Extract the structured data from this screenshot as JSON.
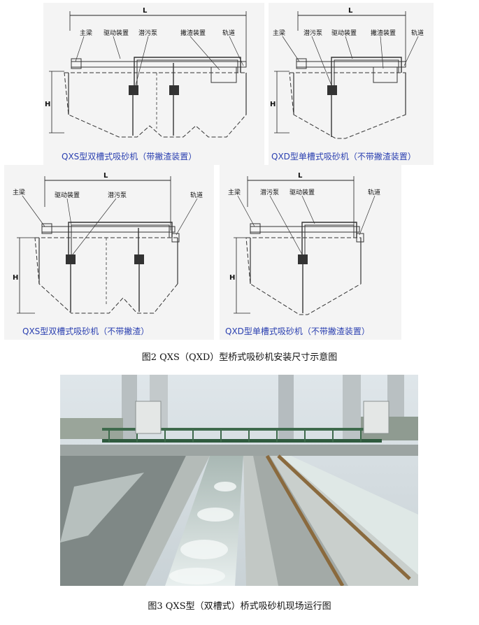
{
  "diagrams": [
    {
      "caption": "QXS型双槽式吸砂机（带撇渣装置）",
      "dim_L": "L",
      "dim_H": "H",
      "labels": [
        "主梁",
        "驱动装置",
        "潜污泵",
        "撇渣装置",
        "轨道"
      ]
    },
    {
      "caption": "QXD型单槽式吸砂机（不带撇渣装置）",
      "dim_L": "L",
      "dim_H": "H",
      "labels": [
        "主梁",
        "潜污泵",
        "驱动装置",
        "撇渣装置",
        "轨道"
      ]
    },
    {
      "caption": "QXS型双槽式吸砂机（不带撇渣）",
      "dim_L": "L",
      "dim_H": "H",
      "labels": [
        "主梁",
        "驱动装置",
        "潜污泵",
        "轨道"
      ]
    },
    {
      "caption": "QXD型单槽式吸砂机（不带撇渣装置）",
      "dim_L": "L",
      "dim_H": "H",
      "labels": [
        "主梁",
        "潜污泵",
        "驱动装置",
        "轨道"
      ]
    }
  ],
  "figure2_caption": "图2 QXS（QXD）型桥式吸砂机安装尺寸示意图",
  "figure3_caption": "图3 QXS型（双槽式）桥式吸砂机现场运行图"
}
